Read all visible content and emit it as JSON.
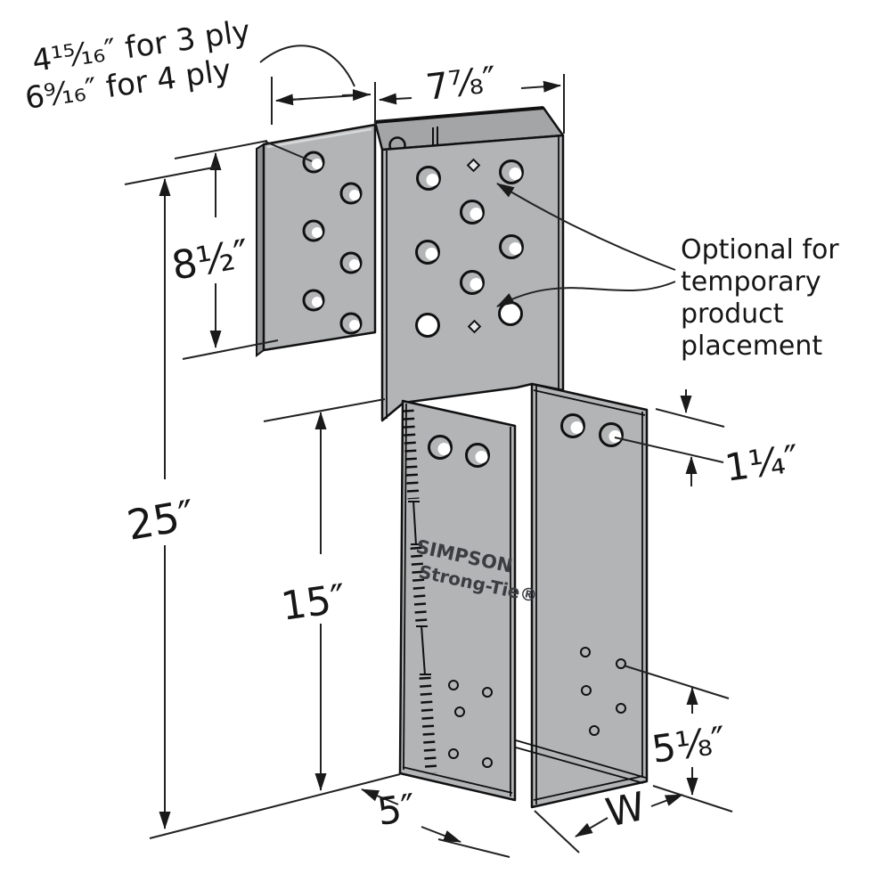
{
  "figure": {
    "type": "product-dimension-diagram",
    "product": {
      "brand_line1": "SIMPSON",
      "brand_line2": "Strong-Tie®"
    },
    "dimensions": {
      "top_offset_note_line1": "4¹⁵⁄₁₆″ for 3 ply",
      "top_offset_note_line2": "6⁹⁄₁₆″ for 4 ply",
      "top_width": "7⁷⁄₈″",
      "side_plate_height": "8¹⁄₂″",
      "overall_height": "25″",
      "channel_height": "15″",
      "seat_width": "5″",
      "seat_depth": "W",
      "flange_hole_offset": "1¹⁄₄″",
      "lower_flange_height": "5¹⁄₈″"
    },
    "callouts": {
      "optional_note": {
        "lines": [
          "Optional for",
          "temporary",
          "product",
          "placement"
        ]
      }
    },
    "colors": {
      "metal": "#b2b4b6",
      "metal_shadow": "#8d8f91",
      "metal_inside": "#a3a5a7",
      "outline": "#111111",
      "dimension": "#222222"
    }
  }
}
